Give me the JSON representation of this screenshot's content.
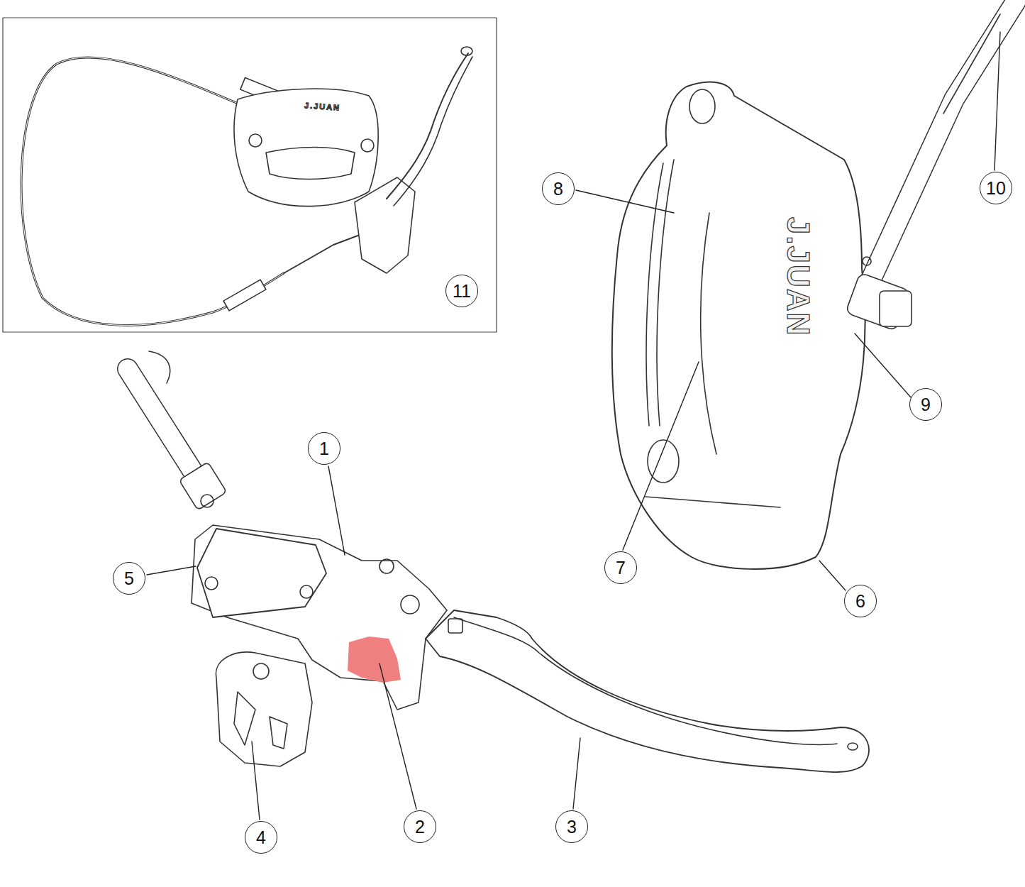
{
  "diagram": {
    "labels": [
      "1",
      "2",
      "3",
      "4",
      "5",
      "6",
      "7",
      "8",
      "9",
      "10",
      "11",
      "J.JUAN",
      "J.JUAN"
    ]
  }
}
